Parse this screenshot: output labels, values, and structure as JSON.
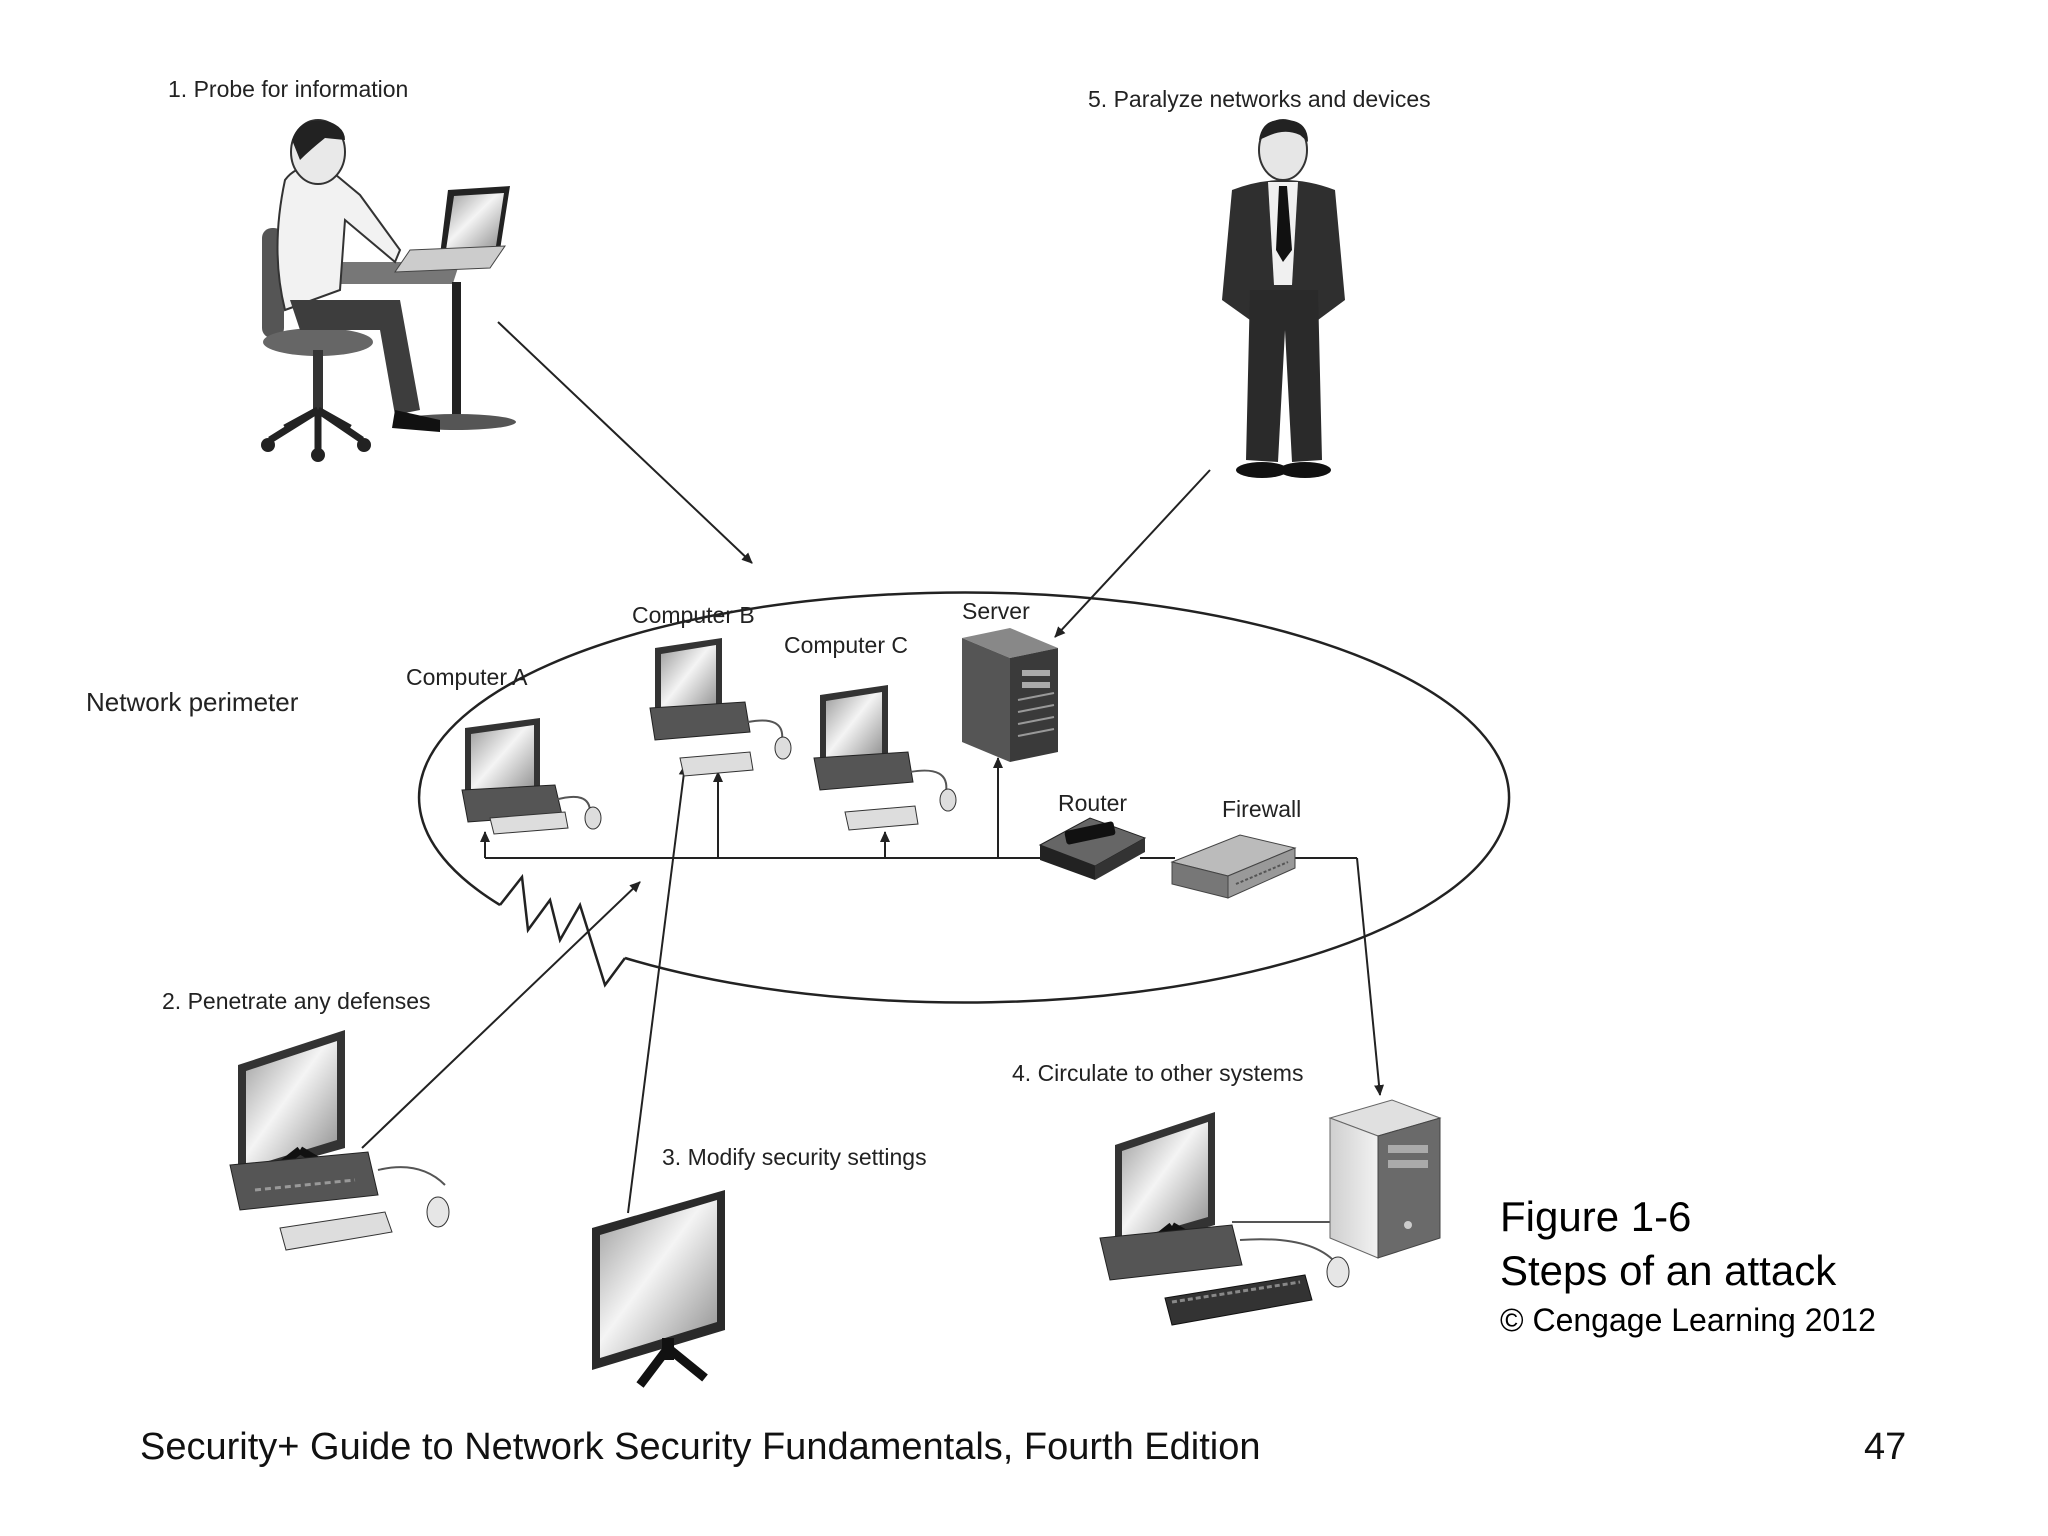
{
  "labels": {
    "step1": "1. Probe for information",
    "step2": "2. Penetrate any defenses",
    "step3": "3. Modify security settings",
    "step4": "4. Circulate to other systems",
    "step5": "5. Paralyze networks and devices",
    "network_perimeter": "Network perimeter",
    "computer_a": "Computer A",
    "computer_b": "Computer B",
    "computer_c": "Computer C",
    "server": "Server",
    "router": "Router",
    "firewall": "Firewall"
  },
  "caption": {
    "figure": "Figure 1-6",
    "title": "Steps of an attack",
    "copyright": "© Cengage Learning 2012"
  },
  "footer": {
    "book_title": "Security+ Guide to Network Security Fundamentals, Fourth Edition",
    "page_number": "47"
  }
}
